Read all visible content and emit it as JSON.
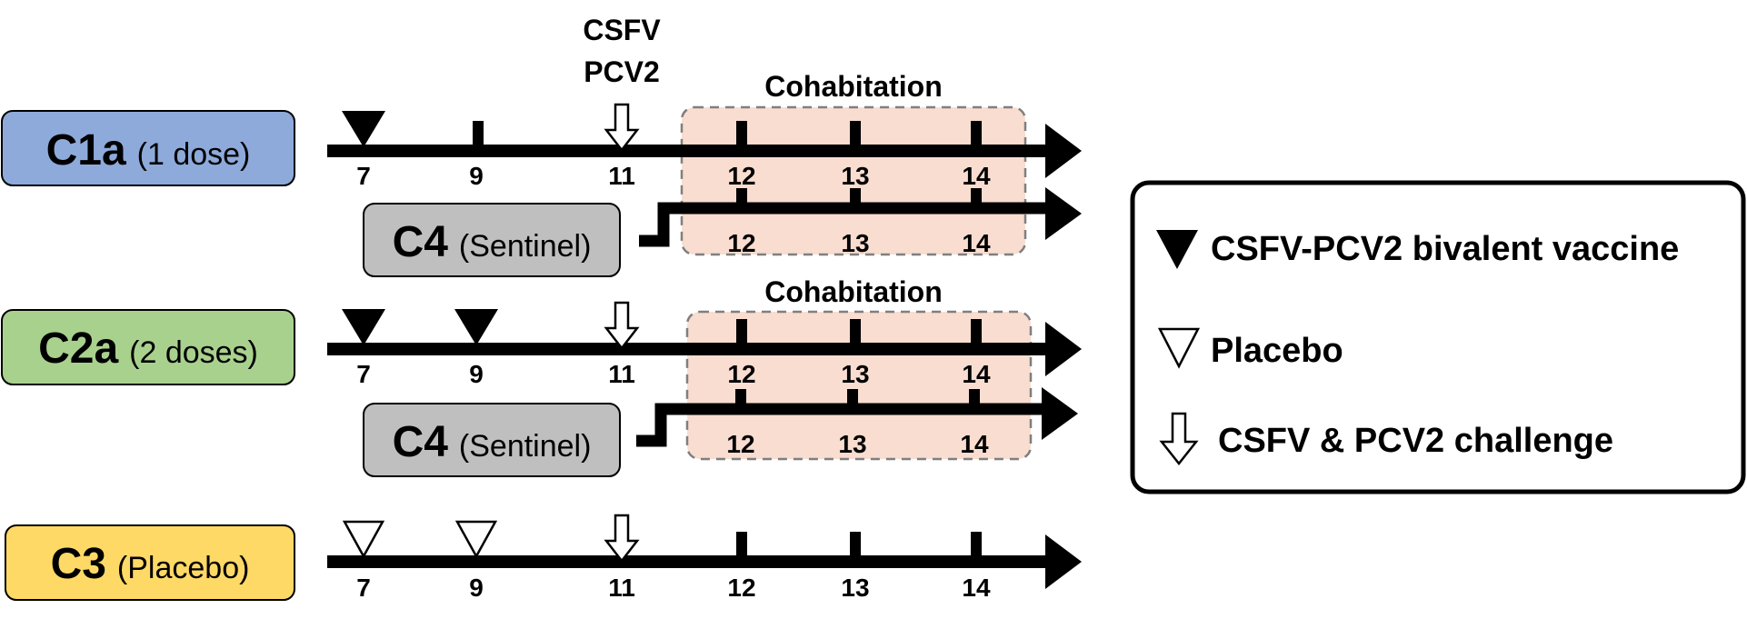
{
  "groups": {
    "c1a": {
      "name": "C1a",
      "sub": "(1 dose)",
      "color": "#8eaadb"
    },
    "c4a": {
      "name": "C4",
      "sub": "(Sentinel)",
      "color": "#bfbfbf"
    },
    "c2a": {
      "name": "C2a",
      "sub": "(2 doses)",
      "color": "#a9d18e"
    },
    "c4b": {
      "name": "C4",
      "sub": "(Sentinel)",
      "color": "#bfbfbf"
    },
    "c3": {
      "name": "C3",
      "sub": "(Placebo)",
      "color": "#ffd966"
    }
  },
  "ticks": {
    "t7": "7",
    "t9": "9",
    "t11": "11",
    "t12": "12",
    "t13": "13",
    "t14": "14"
  },
  "challenge_label_line1": "CSFV",
  "challenge_label_line2": "PCV2",
  "cohabitation_label": "Cohabitation",
  "cohabitation_color": "#f8ddd0",
  "legend": {
    "vaccine": "CSFV-PCV2 bivalent vaccine",
    "placebo": "Placebo",
    "challenge": "CSFV & PCV2 challenge"
  }
}
